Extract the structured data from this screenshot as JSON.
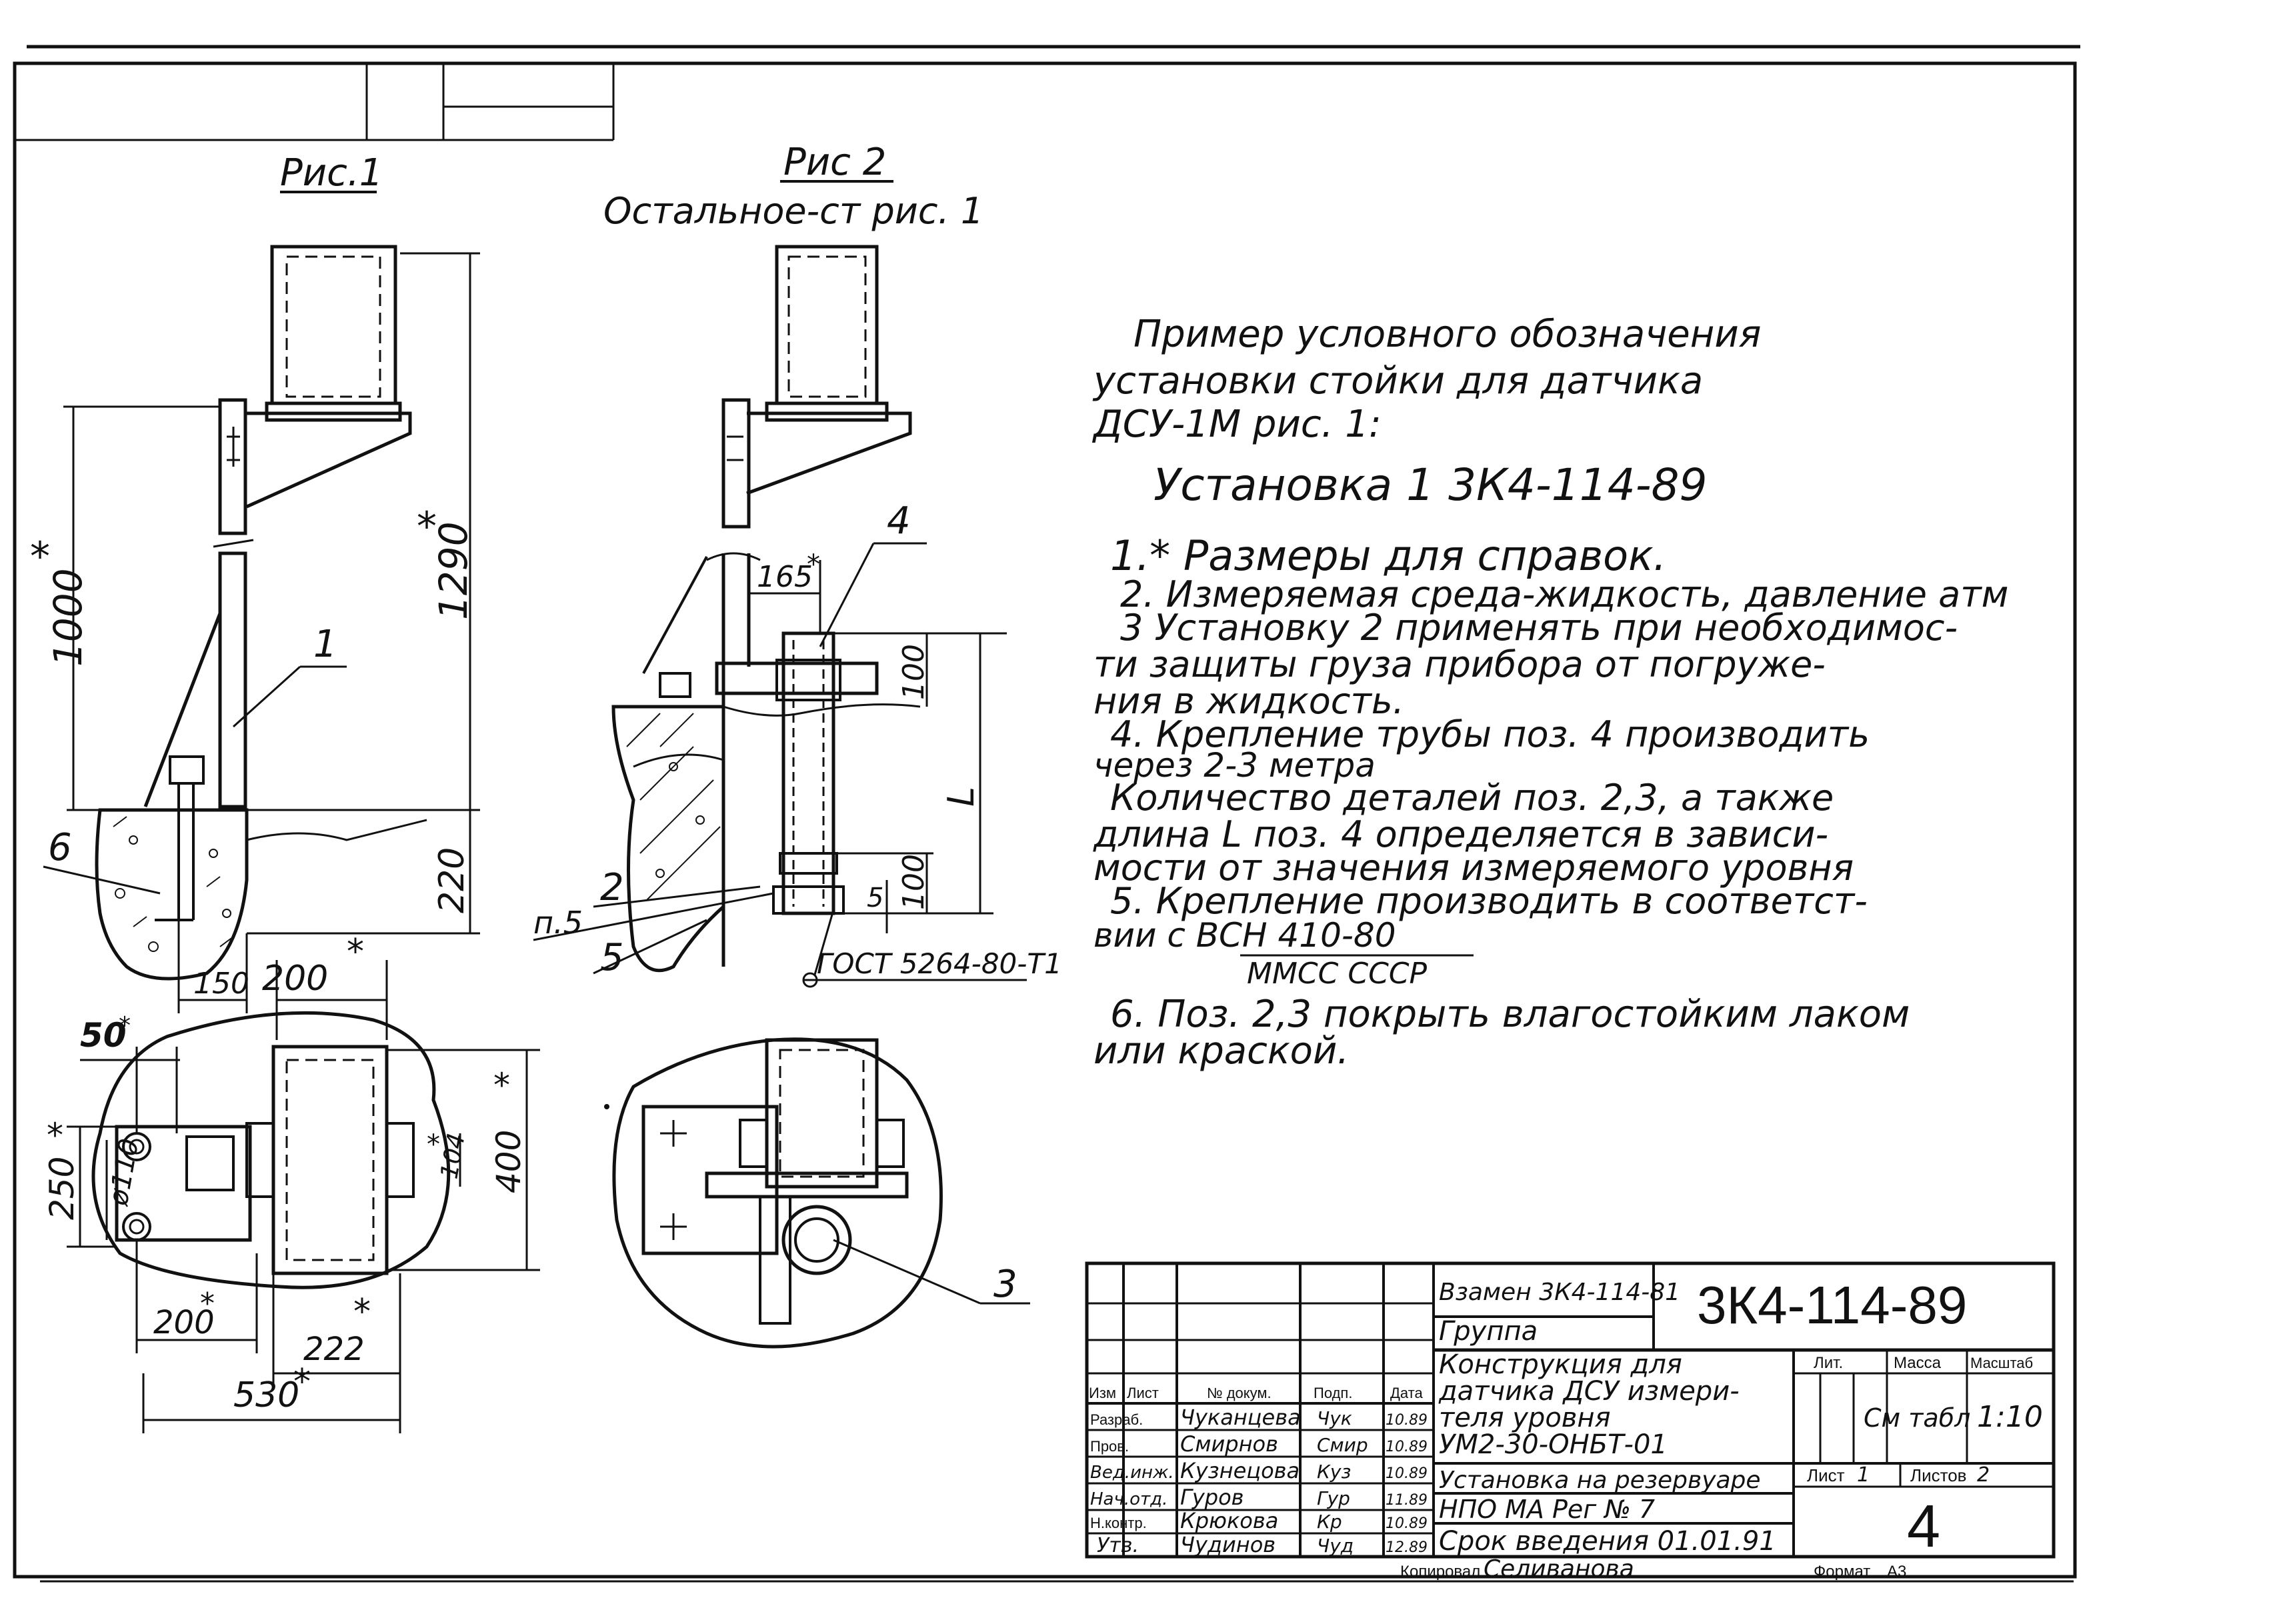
{
  "fig1": {
    "title": "Рис.1",
    "dim_1000": "1000",
    "dim_1290": "1290",
    "dim_220": "220",
    "dim_150": "150",
    "dim_200_top": "200",
    "star": "*",
    "pos_1": "1",
    "pos_6": "6"
  },
  "fig2": {
    "title": "Рис 2",
    "subtitle": "Остальное-ст рис. 1",
    "dim_165": "165",
    "dim_100_top": "100",
    "dim_100_bottom": "100",
    "dim_L": "L",
    "dim_5": "5",
    "pos_2": "2",
    "pos_4": "4",
    "pos_5": "5",
    "pos_p5": "п.5",
    "gost": "ГОСТ 5264-80-Т1"
  },
  "plan1": {
    "dim_50": "50",
    "dim_250": "250",
    "dim_d110": "ø110",
    "dim_400": "400",
    "dim_104": "104",
    "dim_200_bottom": "200",
    "dim_222": "222",
    "dim_530": "530"
  },
  "plan2": {
    "pos_3": "3"
  },
  "notes": {
    "example_lines": [
      "Пример   условного   обозначения",
      "установки   стойки   для   датчика",
      "ДСУ-1М   рис. 1:"
    ],
    "designation": "Установка  1    3К4-114-89",
    "items": [
      "1.* Размеры   для   справок.",
      "2. Измеряемая  среда-жидкость, давление атм",
      "3  Установку 2  применять  при  необходимос-",
      "ти  защиты  груза  прибора  от  погруже-",
      "ния  в  жидкость.",
      "4. Крепление   трубы   поз. 4  производить",
      "через  2-3 метра",
      "Количество   деталей   поз. 2,3, а  также",
      "длина  L  поз. 4  определяется  в  зависи-",
      "мости  от  значения  измеряемого  уровня",
      "5. Крепление  производить  в  соответст-",
      "вии  с  ВСН 410-80",
      "ММСС  СССР",
      "6. Поз. 2,3  покрыть  влагостойким  лаком",
      "или  краской."
    ]
  },
  "title_block": {
    "replaces": "Взамен 3К4-114-81",
    "group": "Группа",
    "doc_number": "3К4-114-89",
    "name_lines": [
      "Конструкция  для",
      "датчика  ДСУ измери-",
      "теля  уровня",
      "УМ2-30-ОНБТ-01"
    ],
    "install": "Установка на резервуаре",
    "org": "НПО МА Рег № 7",
    "intro_date": "Срок введения 01.01.91",
    "copied": "Копировал",
    "copier": "Селиванова",
    "format_label": "Формат",
    "format": "А3",
    "col_headers": [
      "Изм",
      "Лист",
      "№ докум.",
      "Подп.",
      "Дата"
    ],
    "right_headers": [
      "Лит.",
      "Масса",
      "Масштаб"
    ],
    "mass": "См табл",
    "scale": "1:10",
    "sheet_label": "Лист",
    "sheet": "1",
    "sheets_label": "Листов",
    "sheets": "2",
    "big_number": "4",
    "rows": [
      {
        "role": "Разраб.",
        "name": "Чуканцева",
        "sign": "Чук",
        "date": "10.89"
      },
      {
        "role": "Пров.",
        "name": "Смирнов",
        "sign": "Смир",
        "date": "10.89"
      },
      {
        "role": "Вед.инж.",
        "name": "Кузнецова",
        "sign": "Куз",
        "date": "10.89"
      },
      {
        "role": "Нач.отд.",
        "name": "Гуров",
        "sign": "Гур",
        "date": "11.89"
      },
      {
        "role": "Н.контр.",
        "name": "Крюкова",
        "sign": "Кр",
        "date": "10.89"
      },
      {
        "role": "Утв.",
        "name": "Чудинов",
        "sign": "Чуд",
        "date": "12.89"
      }
    ]
  }
}
